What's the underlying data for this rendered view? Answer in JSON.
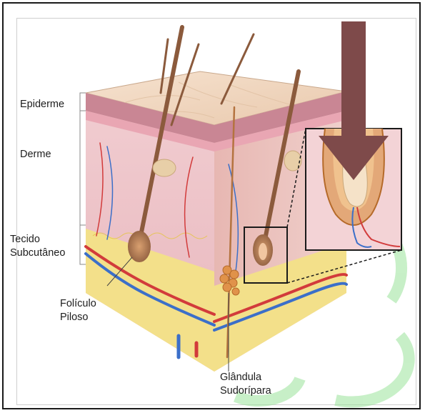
{
  "labels": {
    "epidermis": "Epiderme",
    "dermis": "Derme",
    "subcutaneous_line1": "Tecido",
    "subcutaneous_line2": "Subcutâneo",
    "follicle_line1": "Folículo",
    "follicle_line2": "Piloso",
    "gland_line1": "Glândula",
    "gland_line2": "Sudorípara"
  },
  "colors": {
    "arrow": "#7e4a4a",
    "epidermis": "#f1d7bf",
    "dermis_band": "#c78a95",
    "dermis": "#f1c9cf",
    "fat": "#f3e08a",
    "hair": "#8b5a3c",
    "artery": "#d23b3b",
    "vein": "#3b6fc9",
    "watermark": "#8ee08e"
  },
  "icons": {
    "down_arrow": "down-arrow-icon",
    "zoom_box": "zoom-box-icon"
  }
}
